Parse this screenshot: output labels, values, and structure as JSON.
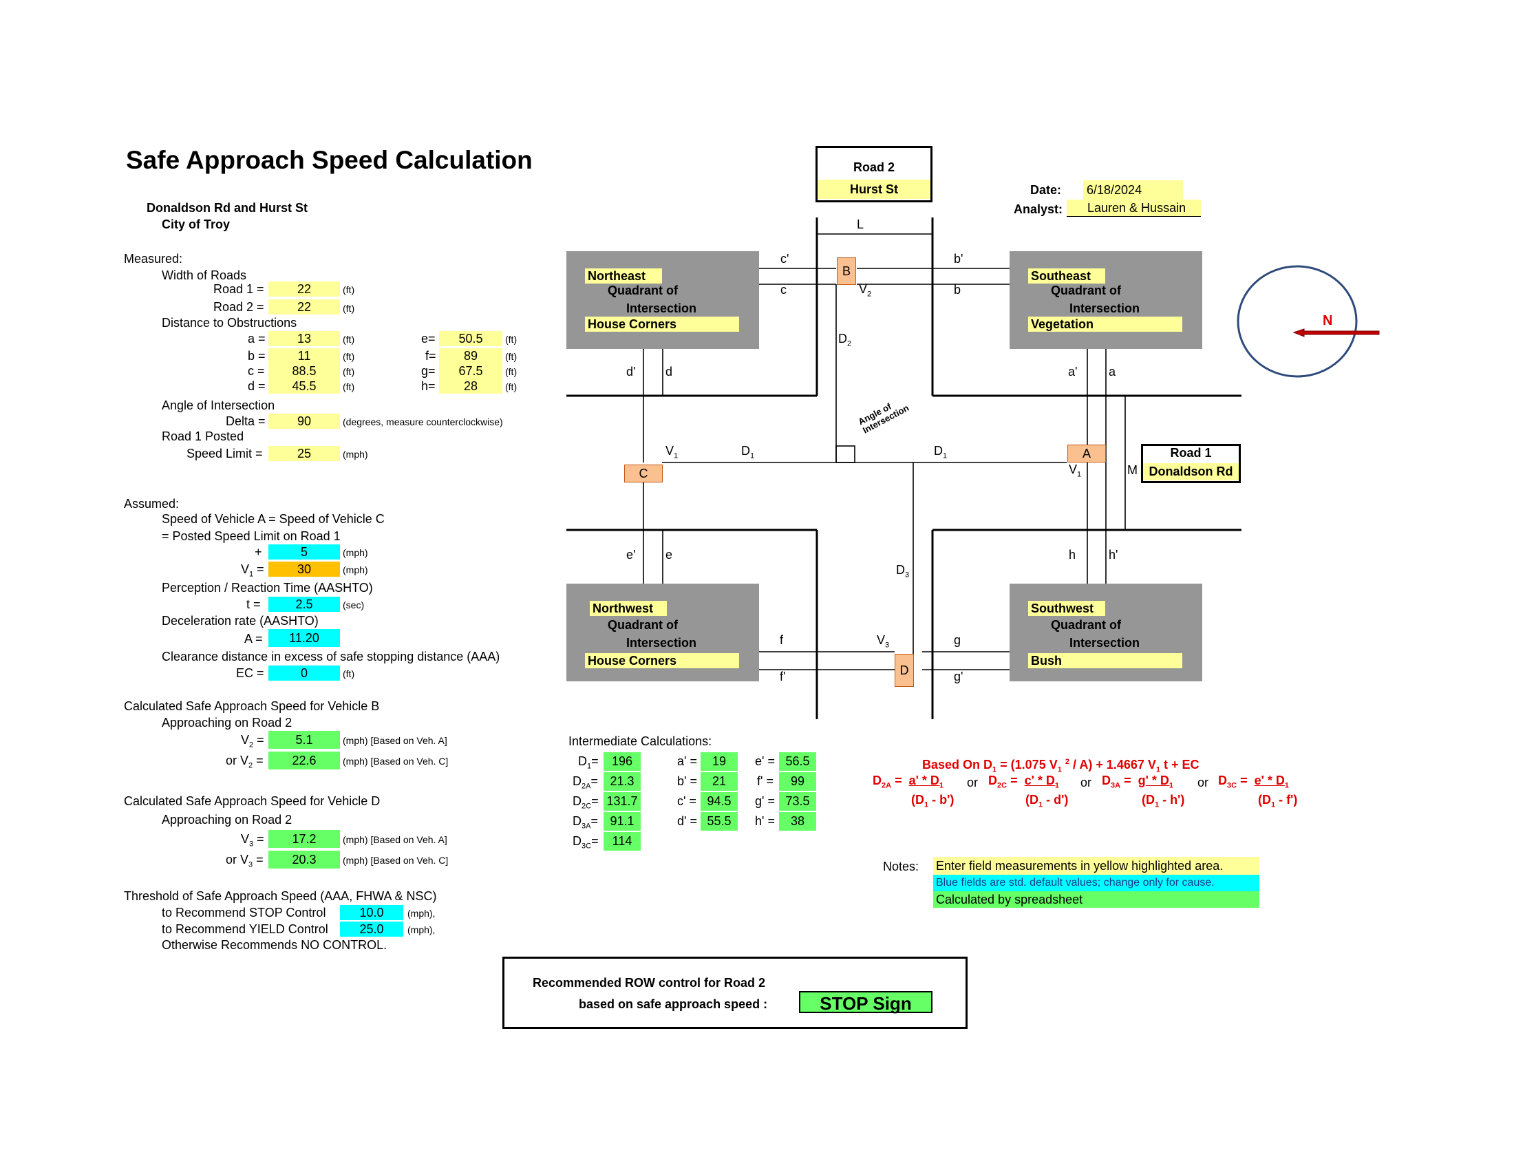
{
  "title": "Safe Approach Speed Calculation",
  "location": {
    "roads": "Donaldson Rd  and  Hurst St",
    "city": "City of Troy"
  },
  "measured": {
    "heading": "Measured:",
    "width_heading": "Width of Roads",
    "road1_label": "Road 1 =",
    "road1_value": "22",
    "road1_unit": "(ft)",
    "road2_label": "Road 2 =",
    "road2_value": "22",
    "road2_unit": "(ft)",
    "dist_heading": "Distance to Obstructions",
    "a_label": "a =",
    "a_value": "13",
    "b_label": "b =",
    "b_value": "11",
    "c_label": "c =",
    "c_value": "88.5",
    "d_label": "d =",
    "d_value": "45.5",
    "e_label": "e=",
    "e_value": "50.5",
    "f_label": "f=",
    "f_value": "89",
    "g_label": "g=",
    "g_value": "67.5",
    "h_label": "h=",
    "h_value": "28",
    "ft": "(ft)",
    "angle_heading": "Angle of Intersection",
    "delta_label": "Delta =",
    "delta_value": "90",
    "delta_unit": "(degrees, measure counterclockwise)",
    "posted_heading": "Road 1 Posted",
    "speed_label": "Speed Limit =",
    "speed_value": "25",
    "speed_unit": "(mph)"
  },
  "assumed": {
    "heading": "Assumed:",
    "line1": "Speed of Vehicle A = Speed of Vehicle C",
    "line2": "= Posted Speed Limit on Road 1",
    "plus_label": "+",
    "plus_value": "5",
    "mph": "(mph)",
    "v1_value": "30",
    "prt_heading": "Perception / Reaction Time (AASHTO)",
    "t_label": "t =",
    "t_value": "2.5",
    "t_unit": "(sec)",
    "decel_heading": "Deceleration rate (AASHTO)",
    "a_label": "A =",
    "a_value": "11.20",
    "clear_heading": "Clearance distance in excess of safe stopping distance (AAA)",
    "ec_label": "EC =",
    "ec_value": "0",
    "ec_unit": "(ft)"
  },
  "calc_b": {
    "heading": "Calculated Safe Approach Speed for Vehicle B",
    "sub": "Approaching on Road 2",
    "v2a_value": "5.1",
    "v2a_note": "(mph) [Based on Veh. A]",
    "v2c_value": "22.6",
    "v2c_note": "(mph) [Based on Veh. C]"
  },
  "calc_d": {
    "heading": "Calculated Safe Approach Speed for Vehicle D",
    "sub": "Approaching on Road 2",
    "v3a_value": "17.2",
    "v3a_note": "(mph) [Based on Veh. A]",
    "v3c_value": "20.3",
    "v3c_note": "(mph) [Based on Veh. C]"
  },
  "threshold": {
    "heading": "Threshold of Safe Approach Speed (AAA, FHWA & NSC)",
    "stop_label": "to Recommend STOP Control",
    "stop_value": "10.0",
    "yield_label": "to Recommend YIELD Control",
    "yield_value": "25.0",
    "unit": "(mph),",
    "otherwise": "Otherwise Recommends NO CONTROL."
  },
  "recommend": {
    "line1": "Recommended ROW control for Road 2",
    "line2": "based on safe approach speed :",
    "result": "STOP Sign"
  },
  "header_right": {
    "road2_title": "Road 2",
    "road2_name": "Hurst St",
    "date_label": "Date:",
    "date_value": "6/18/2024",
    "analyst_label": "Analyst:",
    "analyst_value": "Lauren & Hussain",
    "compass": "N",
    "road1_title": "Road 1",
    "road1_name": "Donaldson Rd"
  },
  "quadrants": {
    "ne": {
      "name": "Northeast",
      "line2": "Quadrant of",
      "line3": "Intersection",
      "obstruction": "House Corners"
    },
    "se": {
      "name": "Southeast",
      "line2": "Quadrant of",
      "line3": "Intersection",
      "obstruction": "Vegetation"
    },
    "nw": {
      "name": "Northwest",
      "line2": "Quadrant of",
      "line3": "Intersection",
      "obstruction": "House Corners"
    },
    "sw": {
      "name": "Southwest",
      "line2": "Quadrant of",
      "line3": "Intersection",
      "obstruction": "Bush"
    }
  },
  "diagram_labels": {
    "L": "L",
    "M": "M",
    "A": "A",
    "B": "B",
    "C": "C",
    "D": "D",
    "angle": "Angle of Intersection"
  },
  "intermediate": {
    "heading": "Intermediate Calculations:",
    "d1": "196",
    "d2a": "21.3",
    "d2c": "131.7",
    "d3a": "91.1",
    "d3c": "114",
    "ap": "19",
    "bp": "21",
    "cp": "94.5",
    "dp": "55.5",
    "ep": "56.5",
    "fp": "99",
    "gp": "73.5",
    "hp": "38"
  },
  "formula": {
    "based_on": "Based On",
    "d1_eq": "= (1.075 V",
    "d1_rest": "/ A) + 1.4667 V",
    "d1_tail": "t + EC",
    "or": "or"
  },
  "notes": {
    "label": "Notes:",
    "yellow": "Enter field measurements in yellow highlighted area.",
    "blue": "Blue fields are std. default values; change only for cause.",
    "green": "Calculated by spreadsheet"
  }
}
